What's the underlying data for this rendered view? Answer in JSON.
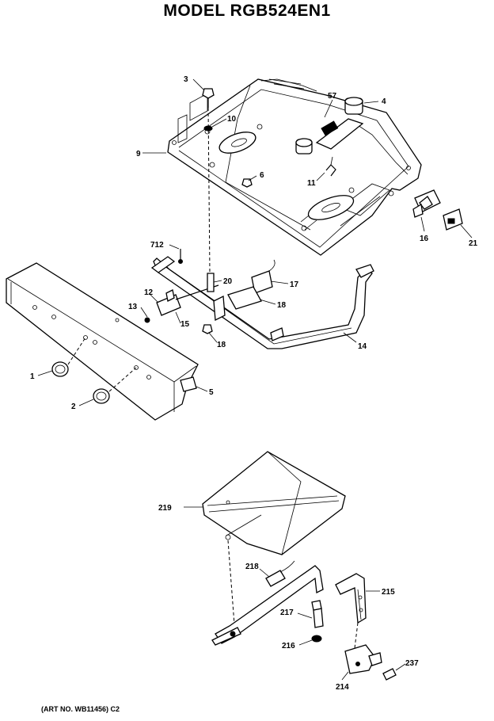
{
  "title": "MODEL RGB524EN1",
  "art_number": "(ART NO. WB11456) C2",
  "callouts": [
    {
      "id": "c3",
      "text": "3"
    },
    {
      "id": "c10",
      "text": "10"
    },
    {
      "id": "c57",
      "text": "57"
    },
    {
      "id": "c4",
      "text": "4"
    },
    {
      "id": "c9",
      "text": "9"
    },
    {
      "id": "c6",
      "text": "6"
    },
    {
      "id": "c11",
      "text": "11"
    },
    {
      "id": "c16",
      "text": "16"
    },
    {
      "id": "c21",
      "text": "21"
    },
    {
      "id": "c712",
      "text": "712"
    },
    {
      "id": "c20",
      "text": "20"
    },
    {
      "id": "c17",
      "text": "17"
    },
    {
      "id": "c12",
      "text": "12"
    },
    {
      "id": "c13",
      "text": "13"
    },
    {
      "id": "c15",
      "text": "15"
    },
    {
      "id": "c18a",
      "text": "18"
    },
    {
      "id": "c18b",
      "text": "18"
    },
    {
      "id": "c14",
      "text": "14"
    },
    {
      "id": "c1",
      "text": "1"
    },
    {
      "id": "c2",
      "text": "2"
    },
    {
      "id": "c5",
      "text": "5"
    },
    {
      "id": "c219",
      "text": "219"
    },
    {
      "id": "c218",
      "text": "218"
    },
    {
      "id": "c215",
      "text": "215"
    },
    {
      "id": "c217",
      "text": "217"
    },
    {
      "id": "c216",
      "text": "216"
    },
    {
      "id": "c237",
      "text": "237"
    },
    {
      "id": "c214",
      "text": "214"
    }
  ]
}
